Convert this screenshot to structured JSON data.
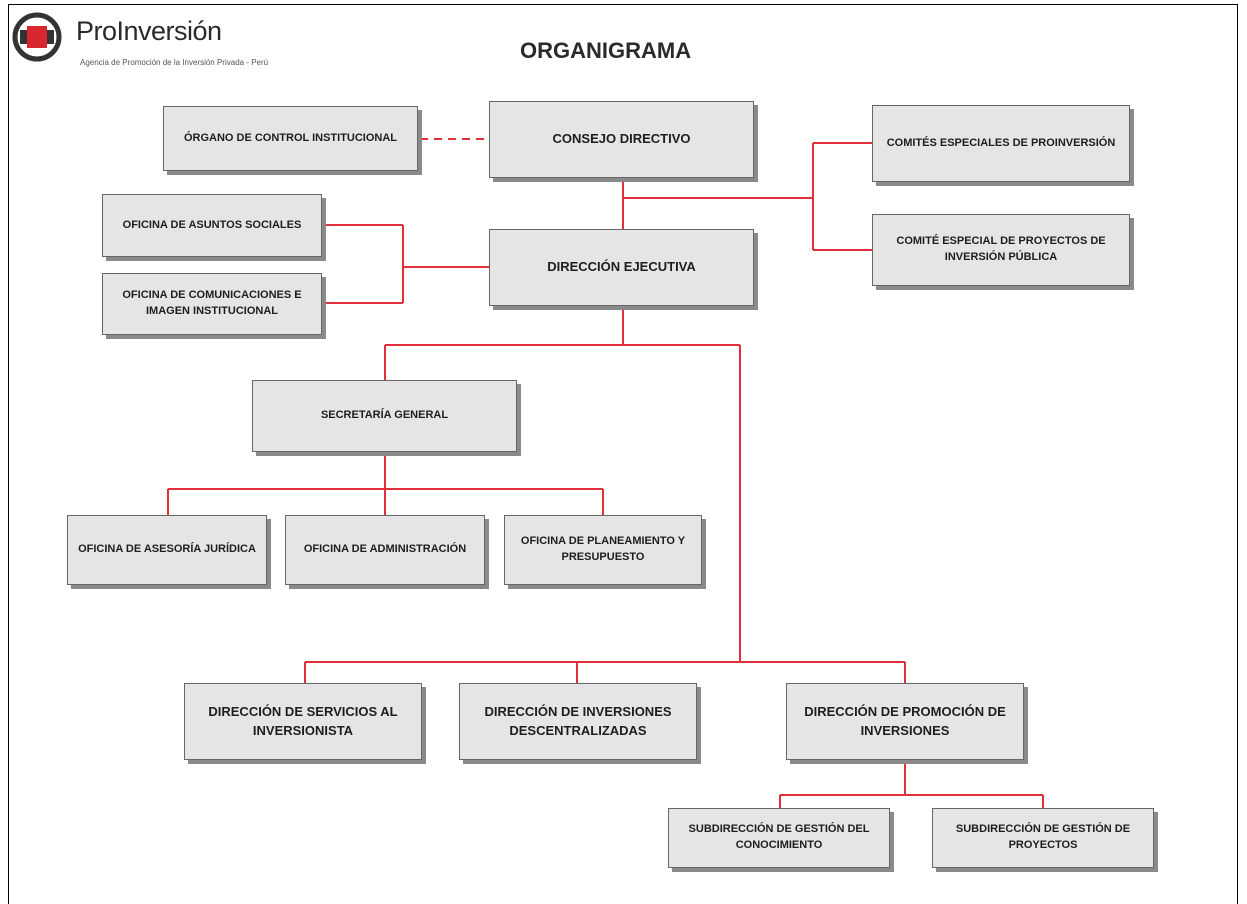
{
  "header": {
    "brand_name": "ProInversión",
    "tagline": "Agencia de Promoción de la Inversión Privada - Perú",
    "title": "ORGANIGRAMA"
  },
  "colors": {
    "connector": "#e0303a",
    "box_fill": "#e5e5e5",
    "shadow": "#8a8a8a",
    "logo_red": "#d9262f",
    "logo_dark": "#333333"
  },
  "nodes": {
    "organo_control": "ÓRGANO DE CONTROL INSTITUCIONAL",
    "consejo_directivo": "CONSEJO DIRECTIVO",
    "comites_especiales": "COMITÉS ESPECIALES DE PROINVERSIÓN",
    "comite_inversion_publica": "COMITÉ ESPECIAL DE PROYECTOS DE INVERSIÓN PÚBLICA",
    "oficina_asuntos_sociales": "OFICINA DE ASUNTOS SOCIALES",
    "oficina_comunicaciones": "OFICINA DE COMUNICACIONES E IMAGEN INSTITUCIONAL",
    "direccion_ejecutiva": "DIRECCIÓN EJECUTIVA",
    "secretaria_general": "SECRETARÍA GENERAL",
    "oficina_asesoria_juridica": "OFICINA DE ASESORÍA JURÍDICA",
    "oficina_administracion": "OFICINA DE ADMINISTRACIÓN",
    "oficina_planeamiento": "OFICINA DE PLANEAMIENTO Y PRESUPUESTO",
    "direccion_servicios": "DIRECCIÓN DE SERVICIOS AL INVERSIONISTA",
    "direccion_descentralizadas": "DIRECCIÓN DE INVERSIONES DESCENTRALIZADAS",
    "direccion_promocion": "DIRECCIÓN DE PROMOCIÓN DE INVERSIONES",
    "subdireccion_conocimiento": "SUBDIRECCIÓN DE GESTIÓN DEL CONOCIMIENTO",
    "subdireccion_proyectos": "SUBDIRECCIÓN DE GESTIÓN DE PROYECTOS"
  }
}
